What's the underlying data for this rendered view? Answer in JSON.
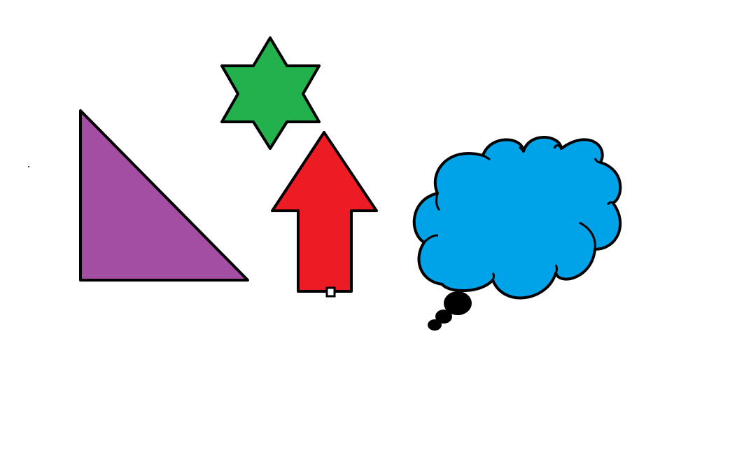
{
  "shapes": [
    {
      "name": "triangle",
      "fill": "#a34ea2"
    },
    {
      "name": "star",
      "fill": "#22b14c"
    },
    {
      "name": "arrow",
      "fill": "#ed1c24"
    },
    {
      "name": "cloud",
      "fill": "#00a2e8"
    },
    {
      "name": "thought-bubbles",
      "fill": "#000000"
    }
  ],
  "colors": {
    "background": "#ffffff",
    "outline": "#000000"
  }
}
